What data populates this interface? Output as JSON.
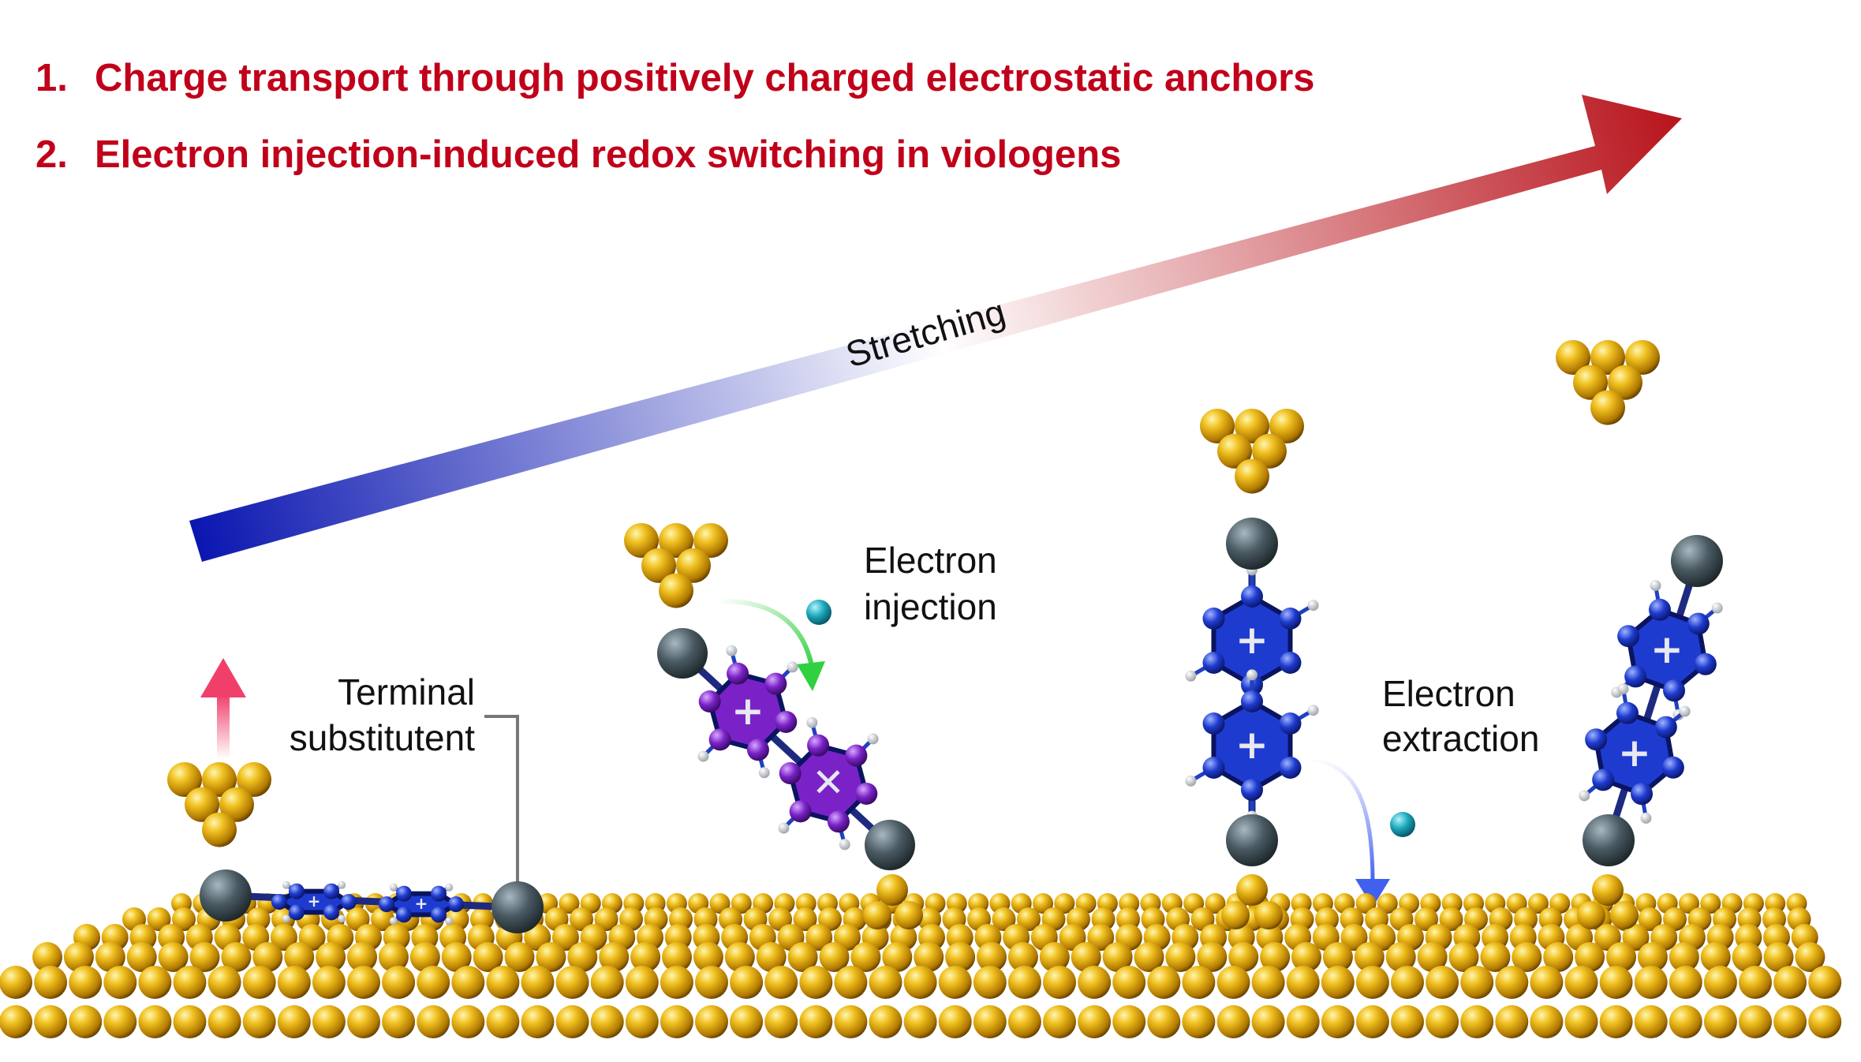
{
  "headings": [
    {
      "number": "1.",
      "text": "Charge transport through positively charged electrostatic anchors"
    },
    {
      "number": "2.",
      "text": "Electron injection-induced redox switching in viologens"
    }
  ],
  "arrow_label": "Stretching",
  "labels": {
    "terminal_line1": "Terminal",
    "terminal_line2": "substitutent",
    "injection_line1": "Electron",
    "injection_line2": "injection",
    "extraction_line1": "Electron",
    "extraction_line2": "extraction"
  },
  "colors": {
    "heading": "#c0001a",
    "arrow_start": "#0a16b0",
    "arrow_end": "#b8141c",
    "gold": "#d9a400",
    "anchor": "#3e4d55",
    "viologen_oxidized": "#1e3bd0",
    "viologen_reduced": "#7a22c8",
    "electron": "#1aa6b8"
  }
}
